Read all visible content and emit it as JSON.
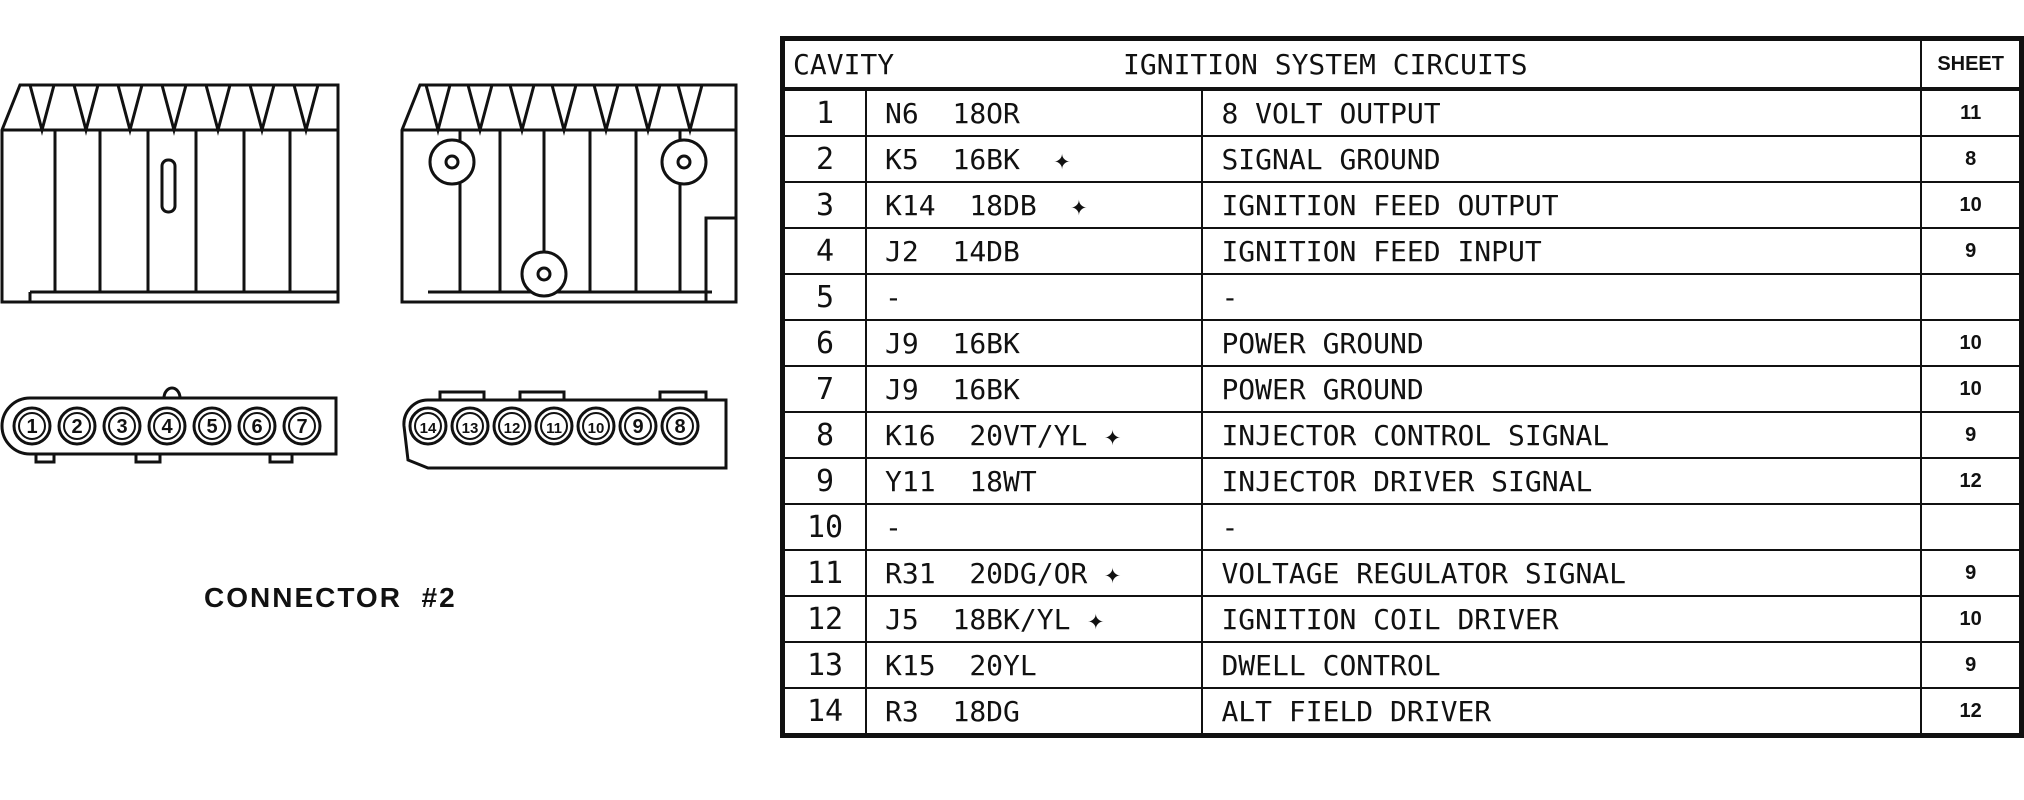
{
  "caption": "CONNECTOR  #2",
  "connector_a_pins": [
    "1",
    "2",
    "3",
    "4",
    "5",
    "6",
    "7"
  ],
  "connector_b_pins": [
    "14",
    "13",
    "12",
    "11",
    "10",
    "9",
    "8"
  ],
  "table": {
    "header_cavity": "CAVITY",
    "header_title": "IGNITION SYSTEM CIRCUITS",
    "header_sheet": "SHEET",
    "rows": [
      {
        "cavity": "1",
        "wire": "N6  18OR",
        "desc": "8 VOLT OUTPUT",
        "sheet": "11"
      },
      {
        "cavity": "2",
        "wire": "K5  16BK  ✦",
        "desc": "SIGNAL GROUND",
        "sheet": "8"
      },
      {
        "cavity": "3",
        "wire": "K14  18DB  ✦",
        "desc": "IGNITION FEED OUTPUT",
        "sheet": "10"
      },
      {
        "cavity": "4",
        "wire": "J2  14DB",
        "desc": "IGNITION FEED INPUT",
        "sheet": "9"
      },
      {
        "cavity": "5",
        "wire": "-",
        "desc": "-",
        "sheet": ""
      },
      {
        "cavity": "6",
        "wire": "J9  16BK",
        "desc": "POWER GROUND",
        "sheet": "10"
      },
      {
        "cavity": "7",
        "wire": "J9  16BK",
        "desc": "POWER GROUND",
        "sheet": "10"
      },
      {
        "cavity": "8",
        "wire": "K16  20VT/YL ✦",
        "desc": "INJECTOR CONTROL SIGNAL",
        "sheet": "9"
      },
      {
        "cavity": "9",
        "wire": "Y11  18WT",
        "desc": "INJECTOR DRIVER SIGNAL",
        "sheet": "12"
      },
      {
        "cavity": "10",
        "wire": "-",
        "desc": "-",
        "sheet": ""
      },
      {
        "cavity": "11",
        "wire": "R31  20DG/OR ✦",
        "desc": "VOLTAGE REGULATOR SIGNAL",
        "sheet": "9"
      },
      {
        "cavity": "12",
        "wire": "J5  18BK/YL ✦",
        "desc": "IGNITION COIL DRIVER",
        "sheet": "10"
      },
      {
        "cavity": "13",
        "wire": "K15  20YL",
        "desc": "DWELL CONTROL",
        "sheet": "9"
      },
      {
        "cavity": "14",
        "wire": "R3  18DG",
        "desc": "ALT FIELD DRIVER",
        "sheet": "12"
      }
    ]
  }
}
